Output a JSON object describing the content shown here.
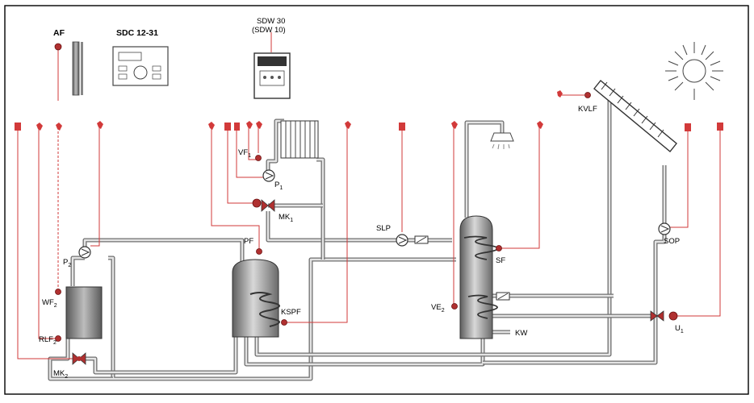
{
  "labels": {
    "af": "AF",
    "sdc": "SDC 12-31",
    "sdw_line1": "SDW 30",
    "sdw_line2": "(SDW 10)",
    "kvlf": "KVLF",
    "vf1": "VF",
    "vf1_sub": "1",
    "p1": "P",
    "p1_sub": "1",
    "mk1": "MK",
    "mk1_sub": "1",
    "slp": "SLP",
    "pf": "PF",
    "sf": "SF",
    "sop": "SOP",
    "p2": "P",
    "p2_sub": "2",
    "wf2": "WF",
    "wf2_sub": "2",
    "rlf2": "RLF",
    "rlf2_sub": "2",
    "mk2": "MK",
    "mk2_sub": "2",
    "kspf": "KSPF",
    "ve2": "VE",
    "ve2_sub": "2",
    "kw": "KW",
    "u1": "U",
    "u1_sub": "1"
  },
  "colors": {
    "signal": "#d23a3a",
    "pipe": "#6f6f6f",
    "component": "#7f7f7f"
  }
}
